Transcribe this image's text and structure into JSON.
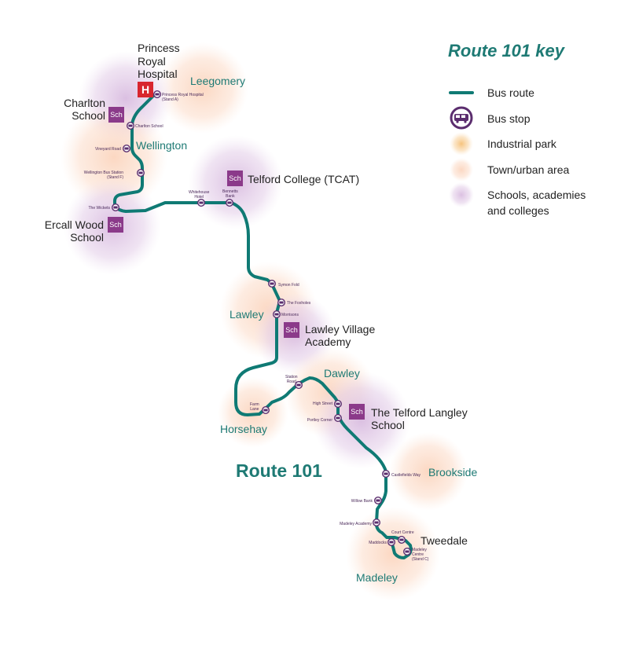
{
  "colors": {
    "route": "#0f7a74",
    "stop_ring": "#5b2d6e",
    "school": "#8b3a8a",
    "hospital": "#d8262e",
    "industrial": "#f7c98a",
    "urban": "#fbd9c4",
    "schools_area": "#dcc3e3",
    "teal_text": "#1e7a74"
  },
  "key": {
    "title": "Route 101 key",
    "items": [
      {
        "label": "Bus route",
        "icon": "bus-route-line-icon"
      },
      {
        "label": "Bus stop",
        "icon": "bus-stop-icon"
      },
      {
        "label": "Industrial park",
        "icon": "industrial-park-icon"
      },
      {
        "label": "Town/urban area",
        "icon": "urban-area-icon"
      },
      {
        "label": "Schools, academies",
        "label2": "and colleges",
        "icon": "schools-area-icon"
      }
    ]
  },
  "route_title": "Route 101",
  "places": {
    "leegomery": "Leegomery",
    "wellington": "Wellington",
    "lawley": "Lawley",
    "dawley": "Dawley",
    "horsehay": "Horsehay",
    "brookside": "Brookside",
    "madeley": "Madeley",
    "tweedale": "Tweedale"
  },
  "landmarks": {
    "hospital": {
      "line1": "Princess",
      "line2": "Royal",
      "line3": "Hospital",
      "symbol": "H"
    },
    "charlton": {
      "line1": "Charlton",
      "line2": "School",
      "symbol": "Sch"
    },
    "ercall": {
      "line1": "Ercall Wood",
      "line2": "School",
      "symbol": "Sch"
    },
    "tcat": {
      "line1": "Telford College (TCAT)",
      "symbol": "Sch"
    },
    "lawley_academy": {
      "line1": "Lawley Village",
      "line2": "Academy",
      "symbol": "Sch"
    },
    "langley": {
      "line1": "The Telford Langley",
      "line2": "School",
      "symbol": "Sch"
    }
  },
  "stops": {
    "princess_royal": {
      "line1": "Princess Royal Hospital",
      "line2": "(Stand A)"
    },
    "charlton_school": {
      "line1": "Charlton School"
    },
    "vineyard_road": {
      "line1": "Vineyard Road"
    },
    "wellington_bus_station": {
      "line1": "Wellington Bus Station",
      "line2": "(Stand F)"
    },
    "the_wickets": {
      "line1": "The Wickets"
    },
    "whitehouse_hotel": {
      "line1": "Whitehouse",
      "line2": "Hotel"
    },
    "bennetts_bank": {
      "line1": "Bennetts",
      "line2": "Bank"
    },
    "symon_fold": {
      "line1": "Symon Fold"
    },
    "the_foxholes": {
      "line1": "The Foxholes"
    },
    "morrisons": {
      "line1": "Morrisons"
    },
    "station_road": {
      "line1": "Station",
      "line2": "Road"
    },
    "farm_lane": {
      "line1": "Farm",
      "line2": "Lane"
    },
    "high_street": {
      "line1": "High Street"
    },
    "portley_corner": {
      "line1": "Portley Corner"
    },
    "castlefields_way": {
      "line1": "Castlefields Way"
    },
    "willow_bank": {
      "line1": "Willow Bank"
    },
    "madeley_academy": {
      "line1": "Madeley Academy"
    },
    "court_centre": {
      "line1": "Court Centre"
    },
    "maddocks": {
      "line1": "Maddocks"
    },
    "madeley_centre": {
      "line1": "Madeley",
      "line2": "Centre",
      "line3": "(Stand C)"
    }
  }
}
